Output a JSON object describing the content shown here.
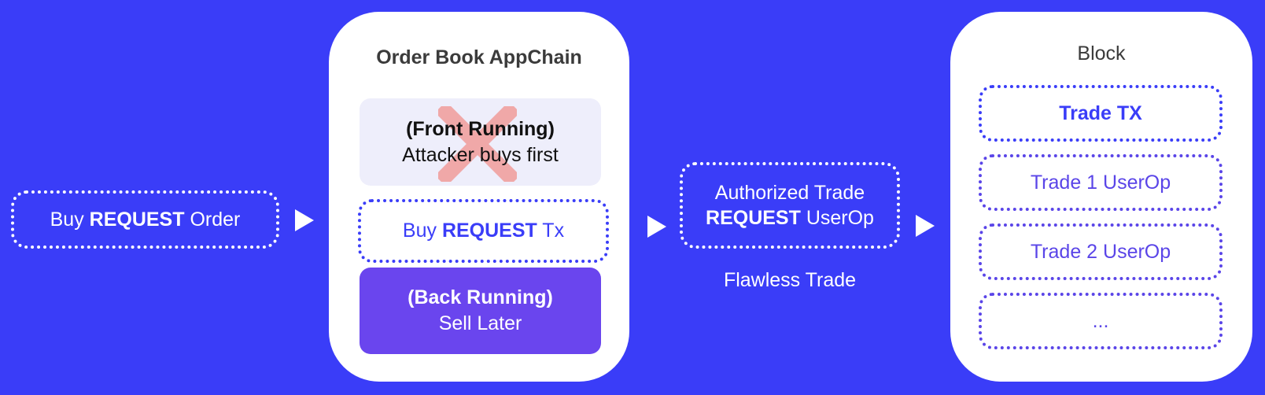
{
  "request_order": {
    "prefix": "Buy ",
    "bold": "REQUEST",
    "suffix": " Order"
  },
  "appchain": {
    "title": "Order Book AppChain",
    "front_running": {
      "title": "(Front Running)",
      "desc": "Attacker buys first"
    },
    "buy_tx": {
      "prefix": "Buy ",
      "bold": "REQUEST",
      "suffix": " Tx"
    },
    "back_running": {
      "title": "(Back Running)",
      "desc": "Sell Later"
    }
  },
  "userop": {
    "line1": "Authorized Trade",
    "bold": "REQUEST",
    "suffix": " UserOp",
    "caption": "Flawless Trade"
  },
  "block": {
    "title": "Block",
    "items": [
      "Trade TX",
      "Trade 1 UserOp",
      "Trade 2 UserOp",
      "..."
    ]
  },
  "colors": {
    "background": "#3a3df8",
    "accent_purple": "#6a45ee",
    "cross": "#f0a8a8"
  }
}
